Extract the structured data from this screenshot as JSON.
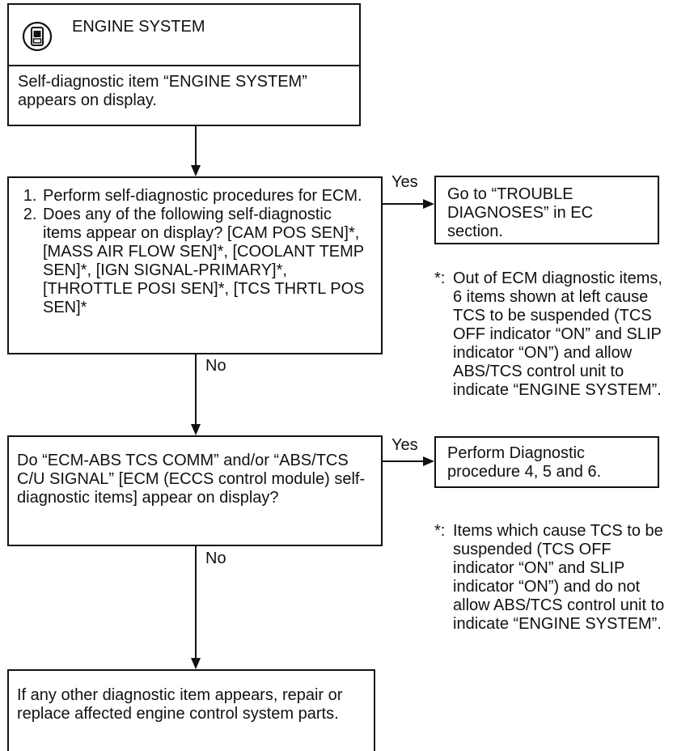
{
  "header": {
    "icon": "ecu-module-icon",
    "title": "ENGINE SYSTEM",
    "description": "Self-diagnostic item “ENGINE SYSTEM” appears on display."
  },
  "step1": {
    "items": [
      "Perform self-diagnostic procedures for ECM.",
      "Does any of the following self-diagnostic items appear on display? [CAM POS SEN]*, [MASS AIR FLOW SEN]*, [COOLANT TEMP SEN]*, [IGN SIGNAL-PRIMARY]*, [THROTTLE POSI SEN]*, [TCS THRTL POS SEN]*"
    ],
    "yes_label": "Yes",
    "no_label": "No",
    "yes_result": "Go to “TROUBLE DIAGNOSES” in EC section.",
    "note_mark": "*:",
    "note": "Out of ECM diagnostic items, 6 items shown at left cause TCS to be suspended (TCS OFF indicator “ON” and SLIP indicator “ON”) and allow ABS/TCS control unit to indicate “ENGINE SYSTEM”."
  },
  "step2": {
    "question": "Do “ECM-ABS TCS COMM” and/or “ABS/TCS C/U SIGNAL” [ECM (ECCS control module) self-diagnostic items] appear on display?",
    "yes_label": "Yes",
    "no_label": "No",
    "yes_result": "Perform Diagnostic procedure 4, 5 and 6.",
    "note_mark": "*:",
    "note": "Items which cause TCS to be suspended (TCS OFF indicator “ON” and SLIP indicator “ON”) and do not allow ABS/TCS control unit to indicate “ENGINE SYSTEM”."
  },
  "final": {
    "text": "If any other diagnostic item appears, repair or replace affected engine control system parts."
  }
}
